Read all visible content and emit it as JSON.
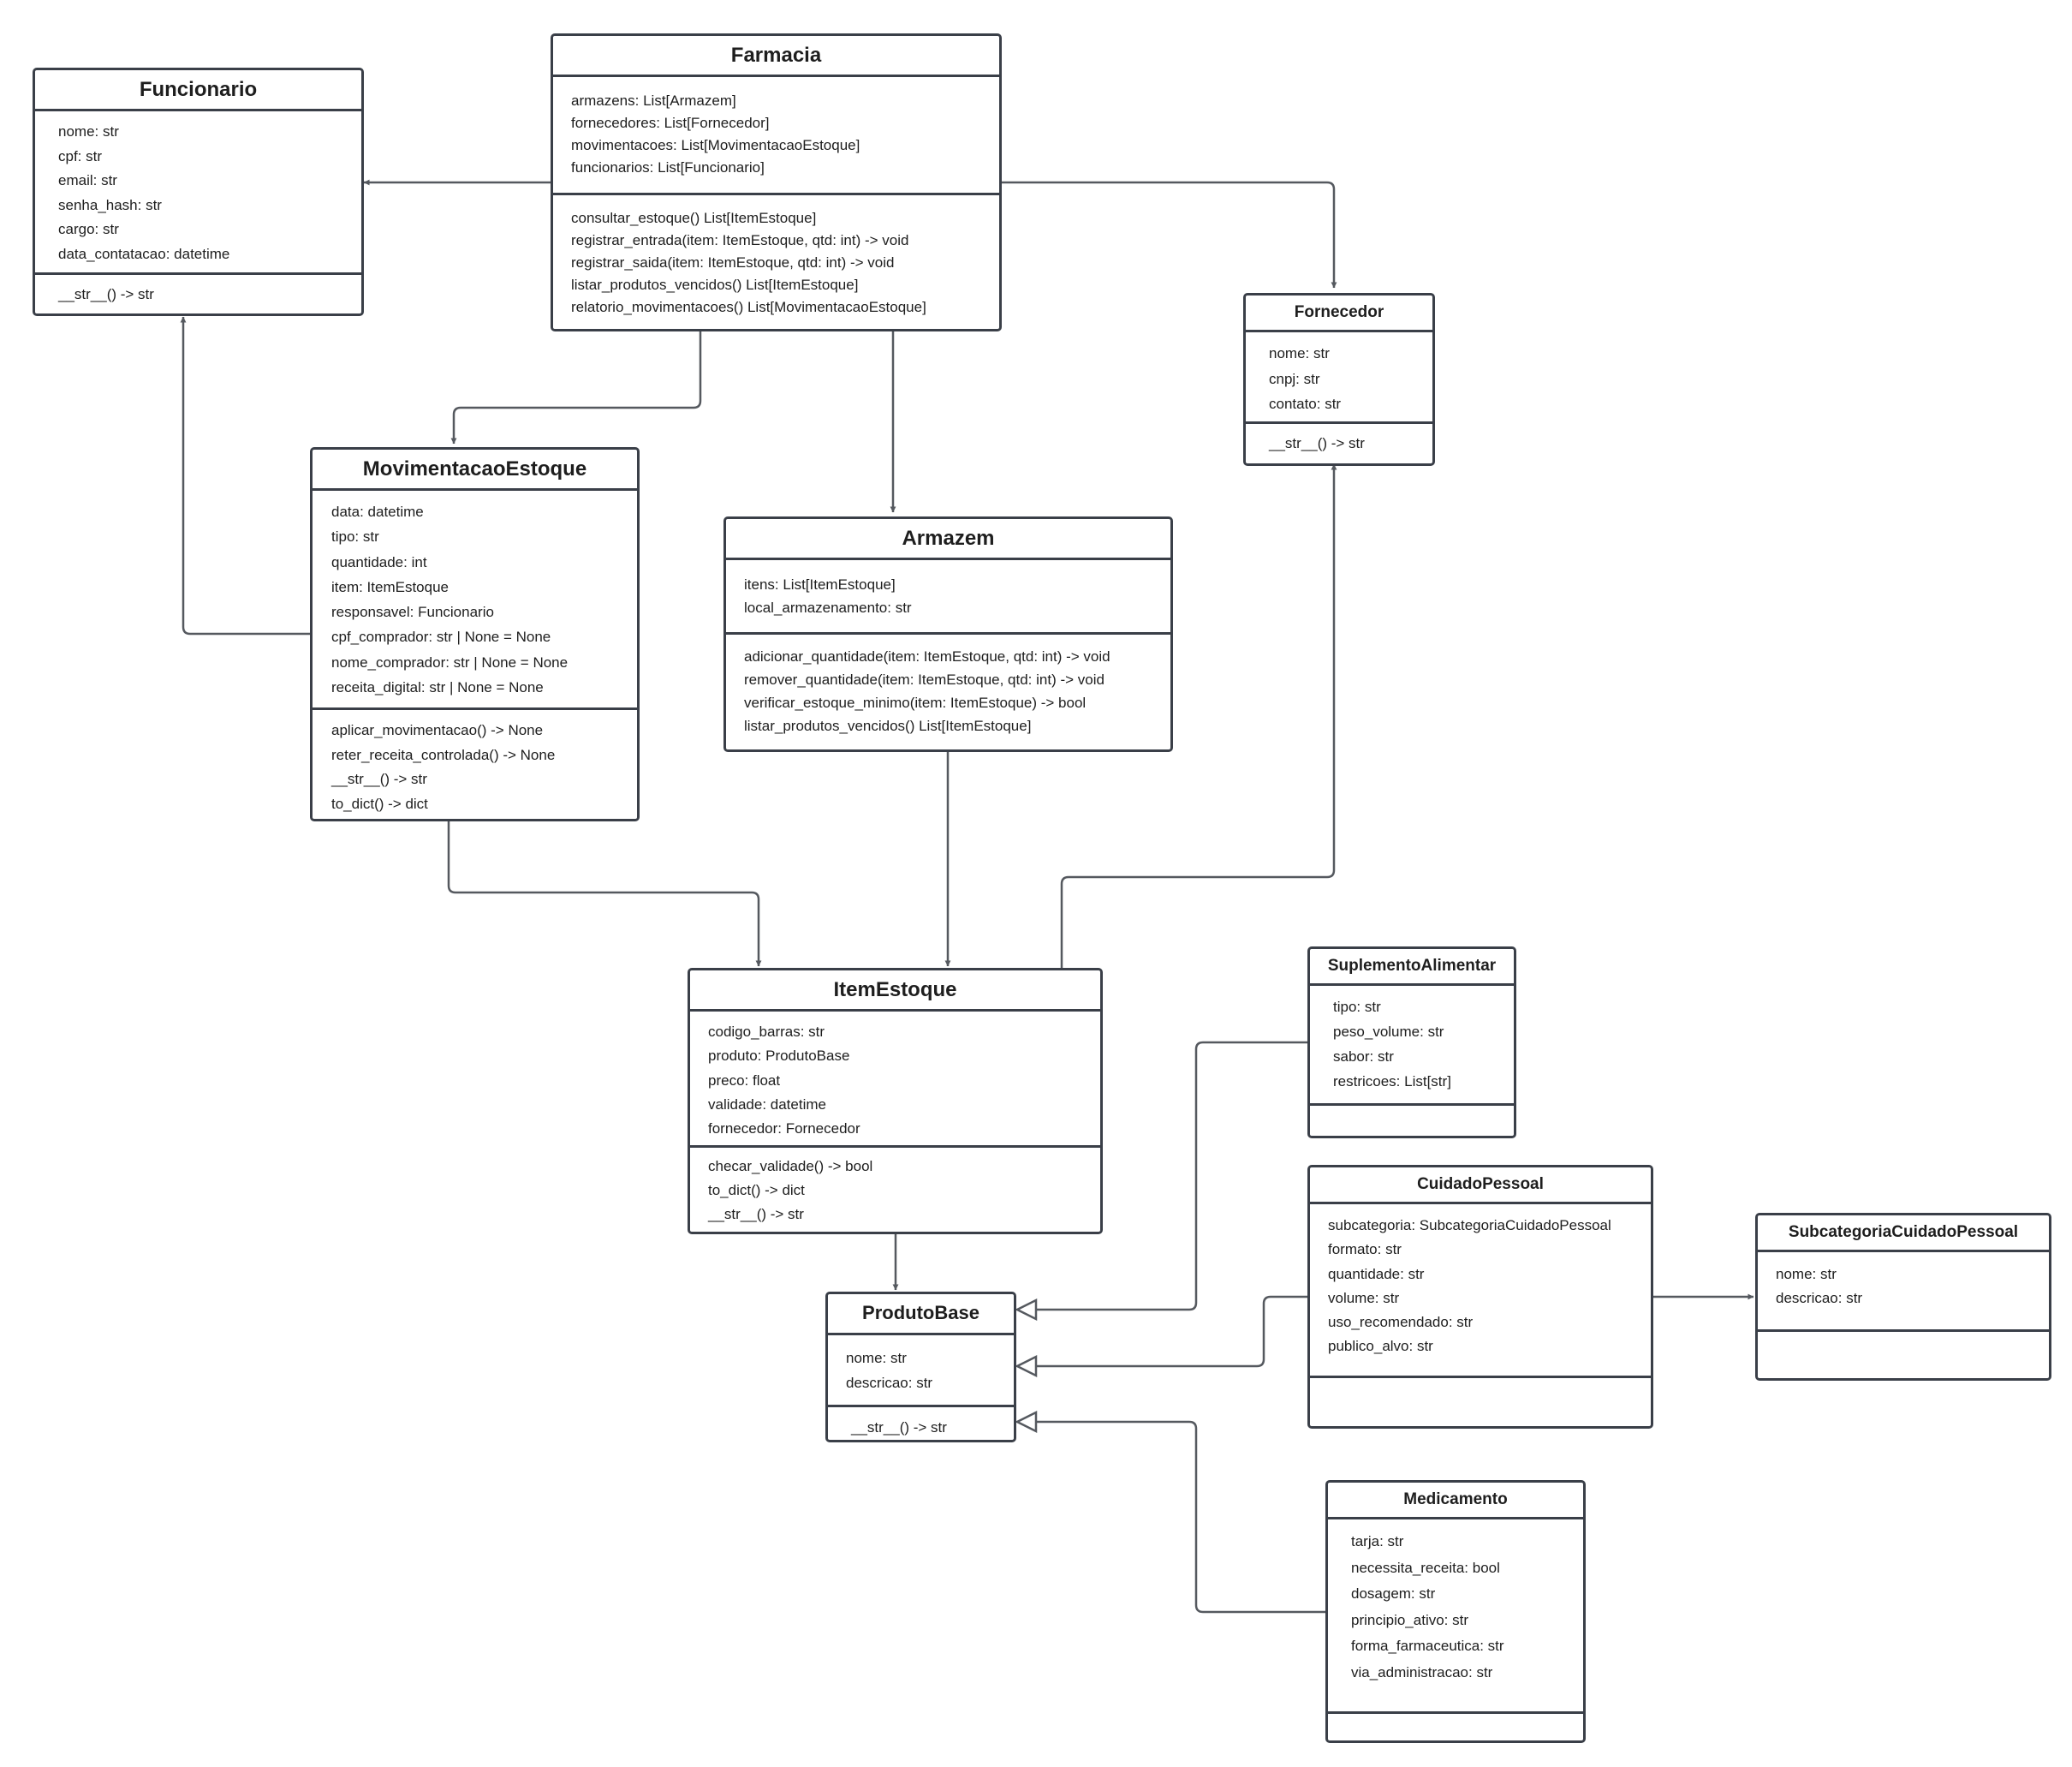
{
  "classes": {
    "farmacia": {
      "name": "Farmacia",
      "attributes": [
        "armazens: List[Armazem]",
        "fornecedores: List[Fornecedor]",
        "movimentacoes: List[MovimentacaoEstoque]",
        "funcionarios: List[Funcionario]"
      ],
      "methods": [
        "consultar_estoque() List[ItemEstoque]",
        "registrar_entrada(item: ItemEstoque, qtd: int) -> void",
        "registrar_saida(item: ItemEstoque, qtd: int) -> void",
        "listar_produtos_vencidos() List[ItemEstoque]",
        "relatorio_movimentacoes() List[MovimentacaoEstoque]"
      ]
    },
    "funcionario": {
      "name": "Funcionario",
      "attributes": [
        "nome: str",
        "cpf: str",
        "email: str",
        "senha_hash: str",
        "cargo: str",
        "data_contatacao: datetime"
      ],
      "methods": [
        "__str__() -> str"
      ]
    },
    "fornecedor": {
      "name": "Fornecedor",
      "attributes": [
        "nome: str",
        "cnpj: str",
        "contato: str"
      ],
      "methods": [
        "__str__() -> str"
      ]
    },
    "movimentacao": {
      "name": "MovimentacaoEstoque",
      "attributes": [
        "data: datetime",
        "tipo: str",
        "quantidade: int",
        "item: ItemEstoque",
        "responsavel: Funcionario",
        "cpf_comprador: str | None = None",
        "nome_comprador: str | None = None",
        "receita_digital: str | None = None"
      ],
      "methods": [
        "aplicar_movimentacao() -> None",
        "reter_receita_controlada() -> None",
        "__str__() -> str",
        "to_dict() -> dict"
      ]
    },
    "armazem": {
      "name": "Armazem",
      "attributes": [
        "itens: List[ItemEstoque]",
        "local_armazenamento: str"
      ],
      "methods": [
        "adicionar_quantidade(item: ItemEstoque, qtd: int) -> void",
        "remover_quantidade(item: ItemEstoque, qtd: int) -> void",
        "verificar_estoque_minimo(item: ItemEstoque) -> bool",
        "listar_produtos_vencidos() List[ItemEstoque]"
      ]
    },
    "itemestoque": {
      "name": "ItemEstoque",
      "attributes": [
        "codigo_barras: str",
        "produto: ProdutoBase",
        "preco: float",
        "validade: datetime",
        "fornecedor: Fornecedor"
      ],
      "methods": [
        "checar_validade() -> bool",
        "to_dict() -> dict",
        "__str__() -> str"
      ]
    },
    "produtobase": {
      "name": "ProdutoBase",
      "attributes": [
        "nome: str",
        "descricao: str"
      ],
      "methods": [
        "__str__() -> str"
      ]
    },
    "suplemento": {
      "name": "SuplementoAlimentar",
      "attributes": [
        "tipo: str",
        "peso_volume: str",
        "sabor: str",
        "restricoes: List[str]"
      ],
      "methods": []
    },
    "cuidado": {
      "name": "CuidadoPessoal",
      "attributes": [
        "subcategoria: SubcategoriaCuidadoPessoal",
        "formato: str",
        "quantidade: str",
        "volume: str",
        "uso_recomendado: str",
        "publico_alvo: str"
      ],
      "methods": []
    },
    "subcategoria": {
      "name": "SubcategoriaCuidadoPessoal",
      "attributes": [
        "nome: str",
        "descricao: str"
      ],
      "methods": []
    },
    "medicamento": {
      "name": "Medicamento",
      "attributes": [
        "tarja: str",
        "necessita_receita: bool",
        "dosagem: str",
        "principio_ativo: str",
        "forma_farmaceutica: str",
        "via_administracao: str"
      ],
      "methods": []
    }
  },
  "colors": {
    "border": "#3a3f48",
    "arrow": "#55595f"
  }
}
